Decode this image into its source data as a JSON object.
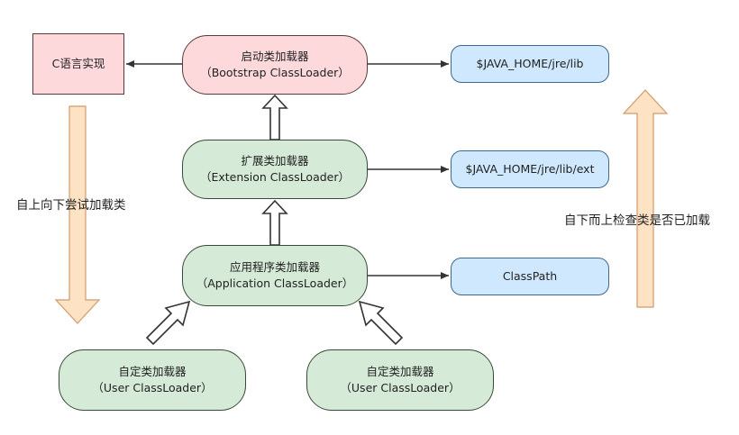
{
  "c_impl": {
    "label": "C语言实现"
  },
  "bootstrap": {
    "name": "启动类加载器",
    "en": "（Bootstrap ClassLoader）"
  },
  "extension": {
    "name": "扩展类加载器",
    "en": "（Extension ClassLoader）"
  },
  "application": {
    "name": "应用程序类加载器",
    "en": "（Application ClassLoader）"
  },
  "user1": {
    "name": "自定类加载器",
    "en": "（User ClassLoader）"
  },
  "user2": {
    "name": "自定类加载器",
    "en": "（User ClassLoader）"
  },
  "paths": {
    "bootstrap": "$JAVA_HOME/jre/lib",
    "extension": "$JAVA_HOME/jre/lib/ext",
    "application": "ClassPath"
  },
  "side_labels": {
    "top_down": "自上向下尝试加载类",
    "bottom_up": "自下而上检查类是否已加载"
  },
  "colors": {
    "pink": "#fdd9dc",
    "green": "#d5ead7",
    "blue": "#cfe8fd",
    "orange_arrow": "#fde2c4"
  }
}
